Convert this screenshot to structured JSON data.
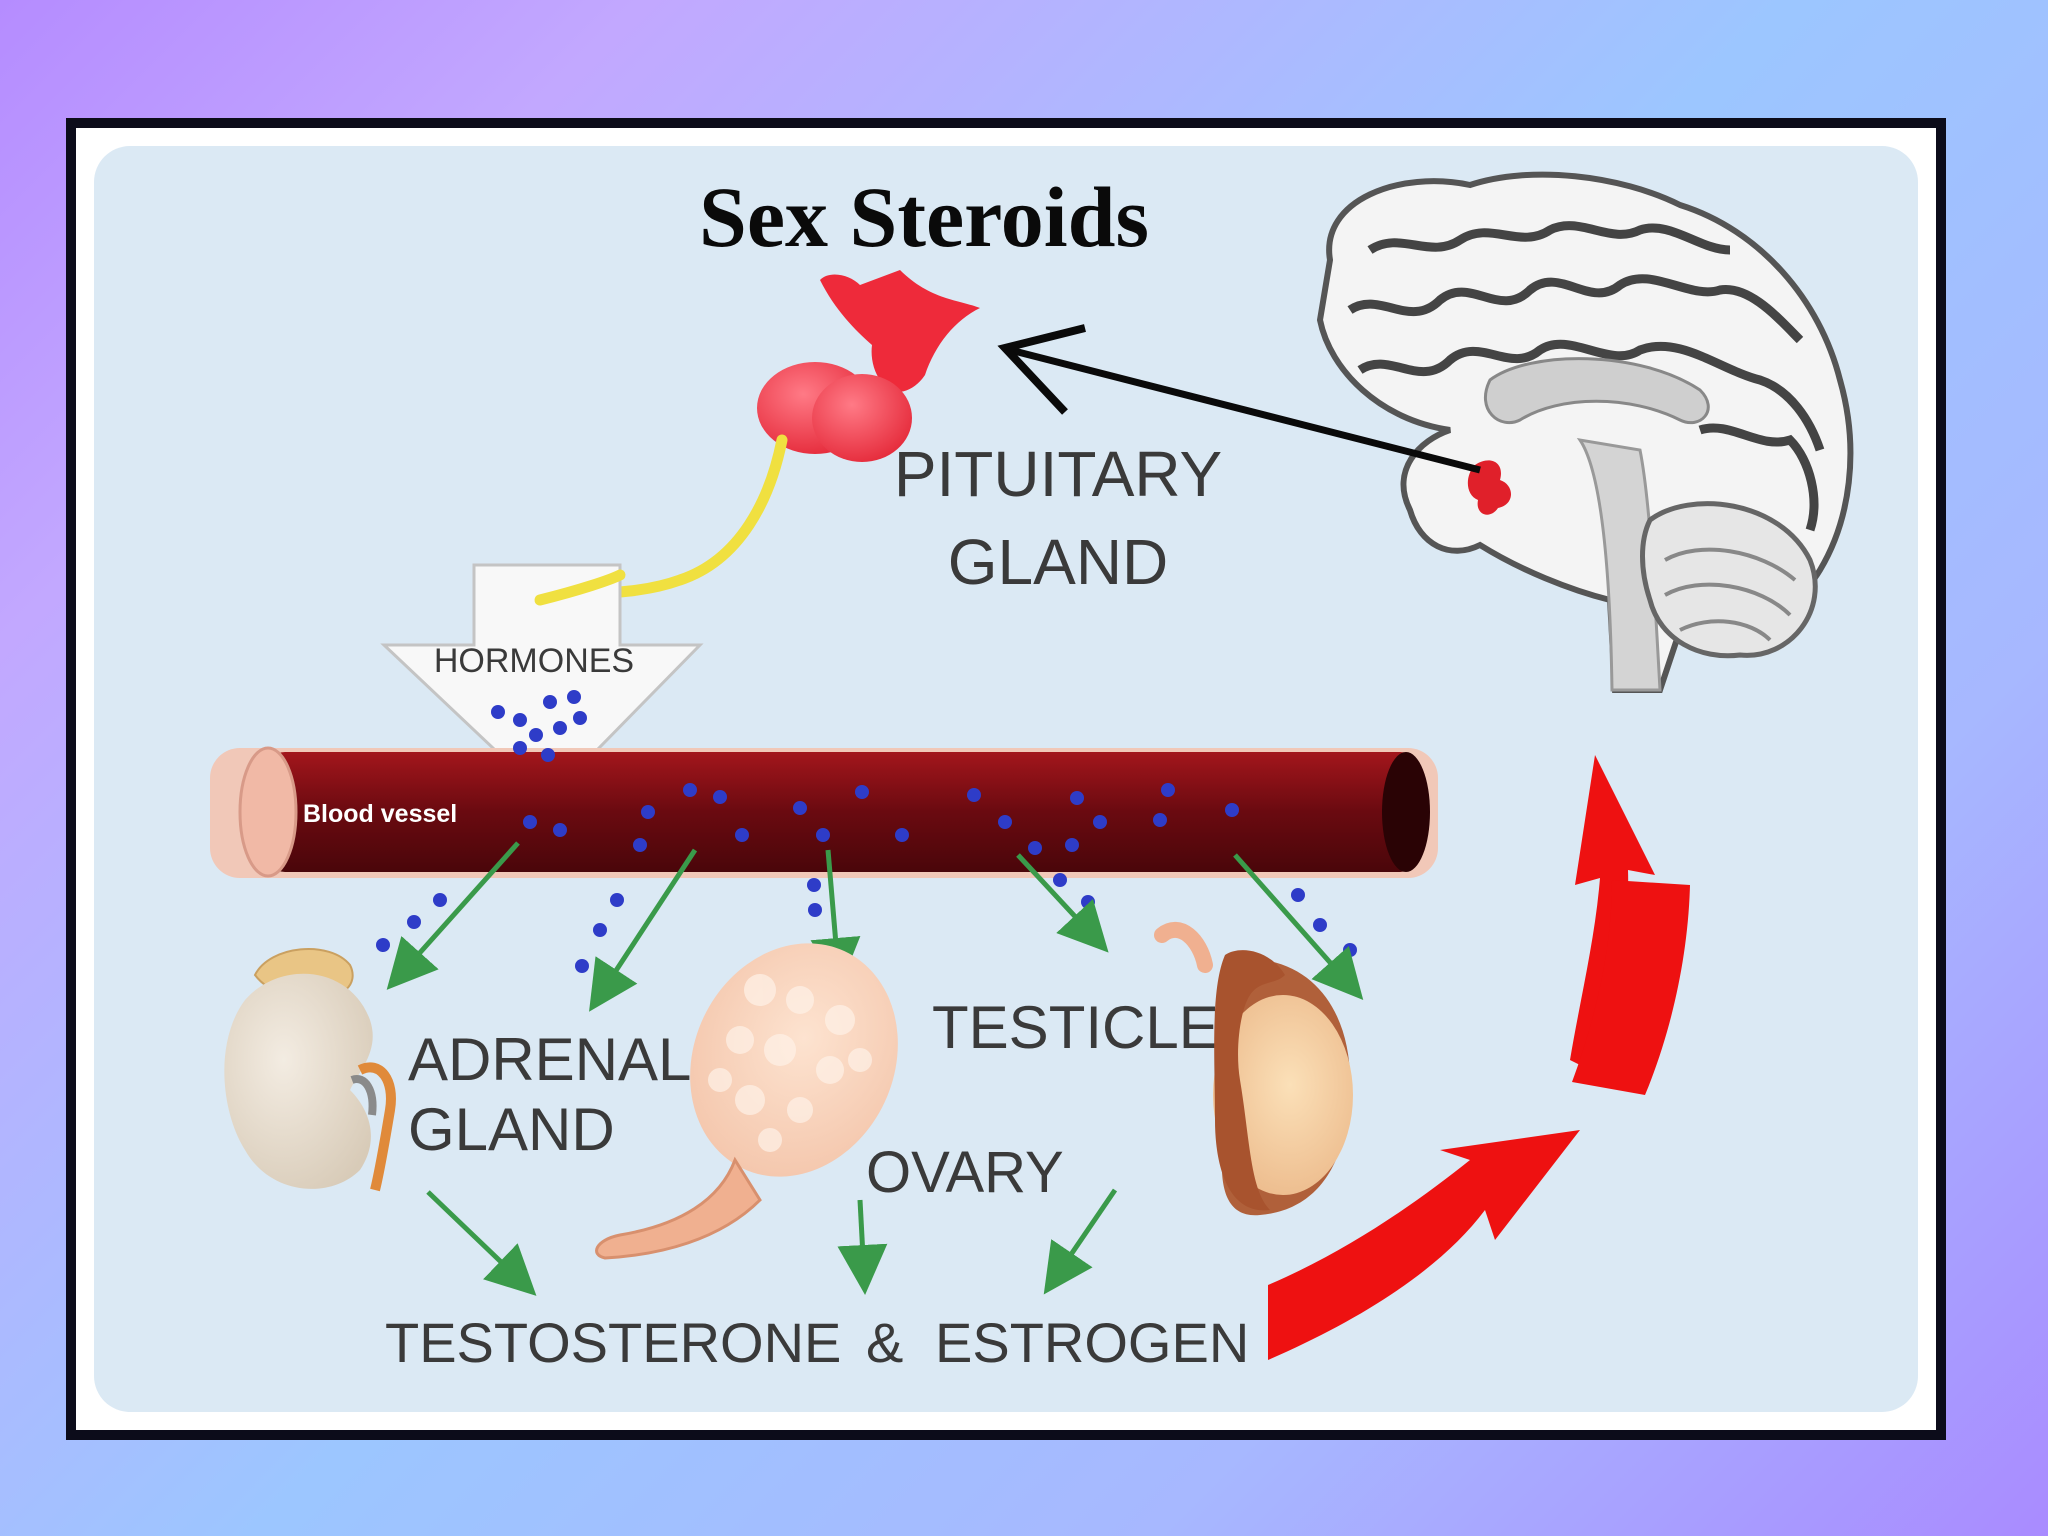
{
  "title": "Sex Steroids",
  "labels": {
    "pituitary_line1": "PITUITARY",
    "pituitary_line2": "GLAND",
    "hormones": "HORMONES",
    "blood_vessel": "Blood vessel",
    "adrenal_line1": "ADRENAL",
    "adrenal_line2": "GLAND",
    "testicle": "TESTICLE",
    "ovary": "OVARY",
    "testosterone": "TESTOSTERONE",
    "ampersand": "&",
    "estrogen": "ESTROGEN"
  },
  "colors": {
    "hormone_dot": "#2e3cc8",
    "feedback_arrow": "#ee1111",
    "pituitary": "#f03a4a",
    "blood_vessel": "#7a0c12",
    "green_arrow": "#3a9a4a",
    "yellow_nerve": "#f0e040"
  }
}
